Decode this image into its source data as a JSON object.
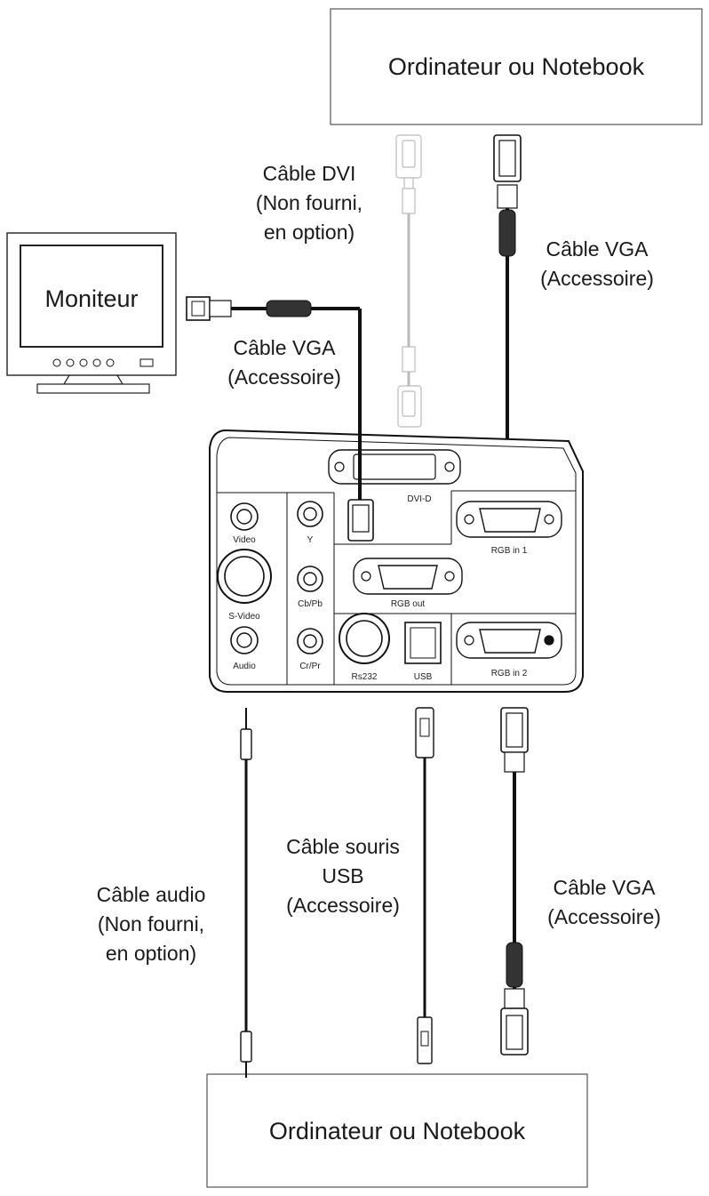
{
  "boxes": {
    "top_computer": "Ordinateur ou Notebook",
    "monitor": "Moniteur",
    "bottom_computer": "Ordinateur ou Notebook"
  },
  "cables": {
    "dvi": [
      "Câble DVI",
      "(Non fourni,",
      "en option)"
    ],
    "vga_top": [
      "Câble VGA",
      "(Accessoire)"
    ],
    "vga_monitor": [
      "Câble VGA",
      "(Accessoire)"
    ],
    "audio": [
      "Câble audio",
      "(Non fourni,",
      "en option)"
    ],
    "usb": [
      "Câble souris",
      "USB",
      "(Accessoire)"
    ],
    "vga_bottom": [
      "Câble VGA",
      "(Accessoire)"
    ]
  },
  "ports": {
    "dvi_d": "DVI-D",
    "rgb_in_1": "RGB in 1",
    "rgb_out": "RGB out",
    "rgb_in_2": "RGB in 2",
    "video": "Video",
    "s_video": "S-Video",
    "audio": "Audio",
    "y": "Y",
    "cb_pb": "Cb/Pb",
    "cr_pr": "Cr/Pr",
    "rs232": "Rs232",
    "usb": "USB"
  }
}
